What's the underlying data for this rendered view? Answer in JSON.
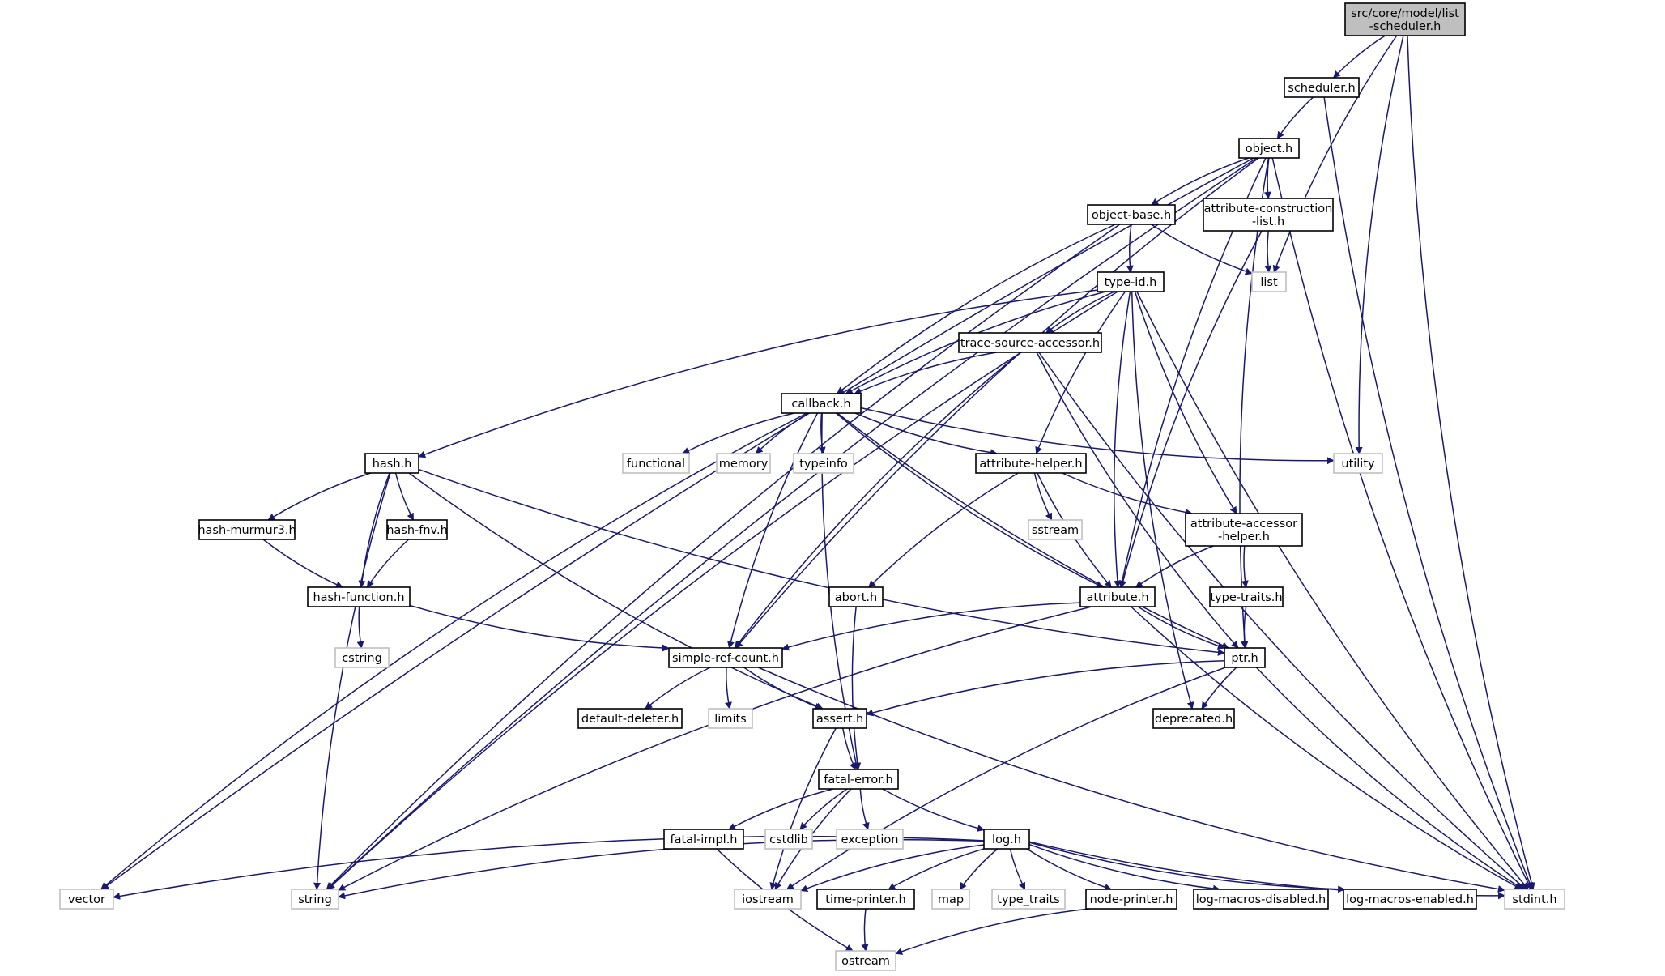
{
  "colors": {
    "edge": "#191970",
    "node_border": "#000000",
    "external_border": "#bfbfbf",
    "root_fill": "#bfbfbf",
    "background": "#ffffff"
  },
  "nodes": [
    {
      "id": "root",
      "lines": [
        "src/core/model/list",
        "-scheduler.h"
      ],
      "kind": "root"
    },
    {
      "id": "scheduler",
      "lines": [
        "scheduler.h"
      ],
      "kind": "local"
    },
    {
      "id": "object",
      "lines": [
        "object.h"
      ],
      "kind": "local"
    },
    {
      "id": "objectbase",
      "lines": [
        "object-base.h"
      ],
      "kind": "local"
    },
    {
      "id": "attrconst",
      "lines": [
        "attribute-construction",
        "-list.h"
      ],
      "kind": "local"
    },
    {
      "id": "list",
      "lines": [
        "list"
      ],
      "kind": "external"
    },
    {
      "id": "typeid",
      "lines": [
        "type-id.h"
      ],
      "kind": "local"
    },
    {
      "id": "trace",
      "lines": [
        "trace-source-accessor.h"
      ],
      "kind": "local"
    },
    {
      "id": "callback",
      "lines": [
        "callback.h"
      ],
      "kind": "local"
    },
    {
      "id": "hash",
      "lines": [
        "hash.h"
      ],
      "kind": "local"
    },
    {
      "id": "functional",
      "lines": [
        "functional"
      ],
      "kind": "external"
    },
    {
      "id": "memory",
      "lines": [
        "memory"
      ],
      "kind": "external"
    },
    {
      "id": "typeinfo",
      "lines": [
        "typeinfo"
      ],
      "kind": "external"
    },
    {
      "id": "attrhelper",
      "lines": [
        "attribute-helper.h"
      ],
      "kind": "local"
    },
    {
      "id": "utility",
      "lines": [
        "utility"
      ],
      "kind": "external"
    },
    {
      "id": "murmur",
      "lines": [
        "hash-murmur3.h"
      ],
      "kind": "local"
    },
    {
      "id": "fnv",
      "lines": [
        "hash-fnv.h"
      ],
      "kind": "local"
    },
    {
      "id": "sstream",
      "lines": [
        "sstream"
      ],
      "kind": "external"
    },
    {
      "id": "accessor",
      "lines": [
        "attribute-accessor",
        "-helper.h"
      ],
      "kind": "local"
    },
    {
      "id": "hashfunc",
      "lines": [
        "hash-function.h"
      ],
      "kind": "local"
    },
    {
      "id": "abort",
      "lines": [
        "abort.h"
      ],
      "kind": "local"
    },
    {
      "id": "attribute",
      "lines": [
        "attribute.h"
      ],
      "kind": "local"
    },
    {
      "id": "typetraits",
      "lines": [
        "type-traits.h"
      ],
      "kind": "local"
    },
    {
      "id": "cstring",
      "lines": [
        "cstring"
      ],
      "kind": "external"
    },
    {
      "id": "simpleref",
      "lines": [
        "simple-ref-count.h"
      ],
      "kind": "local"
    },
    {
      "id": "ptr",
      "lines": [
        "ptr.h"
      ],
      "kind": "local"
    },
    {
      "id": "deleter",
      "lines": [
        "default-deleter.h"
      ],
      "kind": "local"
    },
    {
      "id": "limits",
      "lines": [
        "limits"
      ],
      "kind": "external"
    },
    {
      "id": "assert",
      "lines": [
        "assert.h"
      ],
      "kind": "local"
    },
    {
      "id": "deprecated",
      "lines": [
        "deprecated.h"
      ],
      "kind": "local"
    },
    {
      "id": "fatalerror",
      "lines": [
        "fatal-error.h"
      ],
      "kind": "local"
    },
    {
      "id": "fatalimpl",
      "lines": [
        "fatal-impl.h"
      ],
      "kind": "local"
    },
    {
      "id": "cstdlib",
      "lines": [
        "cstdlib"
      ],
      "kind": "external"
    },
    {
      "id": "exception",
      "lines": [
        "exception"
      ],
      "kind": "external"
    },
    {
      "id": "log",
      "lines": [
        "log.h"
      ],
      "kind": "local"
    },
    {
      "id": "vector",
      "lines": [
        "vector"
      ],
      "kind": "external"
    },
    {
      "id": "string",
      "lines": [
        "string"
      ],
      "kind": "external"
    },
    {
      "id": "iostream",
      "lines": [
        "iostream"
      ],
      "kind": "external"
    },
    {
      "id": "timeprinter",
      "lines": [
        "time-printer.h"
      ],
      "kind": "local"
    },
    {
      "id": "map",
      "lines": [
        "map"
      ],
      "kind": "external"
    },
    {
      "id": "type_traits",
      "lines": [
        "type_traits"
      ],
      "kind": "external"
    },
    {
      "id": "nodeprinter",
      "lines": [
        "node-printer.h"
      ],
      "kind": "local"
    },
    {
      "id": "logdisabled",
      "lines": [
        "log-macros-disabled.h"
      ],
      "kind": "local"
    },
    {
      "id": "logenabled",
      "lines": [
        "log-macros-enabled.h"
      ],
      "kind": "local"
    },
    {
      "id": "stdint",
      "lines": [
        "stdint.h"
      ],
      "kind": "external"
    },
    {
      "id": "ostream",
      "lines": [
        "ostream"
      ],
      "kind": "external"
    }
  ],
  "edges": [
    [
      "root",
      "scheduler"
    ],
    [
      "root",
      "list"
    ],
    [
      "root",
      "utility"
    ],
    [
      "root",
      "stdint"
    ],
    [
      "scheduler",
      "object"
    ],
    [
      "scheduler",
      "stdint"
    ],
    [
      "object",
      "objectbase"
    ],
    [
      "object",
      "attrconst"
    ],
    [
      "object",
      "vector"
    ],
    [
      "object",
      "string"
    ],
    [
      "object",
      "simpleref"
    ],
    [
      "object",
      "attribute"
    ],
    [
      "object",
      "ptr"
    ],
    [
      "object",
      "stdint"
    ],
    [
      "objectbase",
      "typeid"
    ],
    [
      "objectbase",
      "list"
    ],
    [
      "objectbase",
      "callback"
    ],
    [
      "objectbase",
      "string"
    ],
    [
      "attrconst",
      "list"
    ],
    [
      "attrconst",
      "attribute"
    ],
    [
      "typeid",
      "trace"
    ],
    [
      "typeid",
      "callback"
    ],
    [
      "typeid",
      "hash"
    ],
    [
      "typeid",
      "string"
    ],
    [
      "typeid",
      "attrhelper"
    ],
    [
      "typeid",
      "accessor"
    ],
    [
      "typeid",
      "attribute"
    ],
    [
      "typeid",
      "deprecated"
    ],
    [
      "typeid",
      "stdint"
    ],
    [
      "trace",
      "callback"
    ],
    [
      "trace",
      "simpleref"
    ],
    [
      "trace",
      "ptr"
    ],
    [
      "trace",
      "stdint"
    ],
    [
      "callback",
      "functional"
    ],
    [
      "callback",
      "memory"
    ],
    [
      "callback",
      "typeinfo"
    ],
    [
      "callback",
      "attrhelper"
    ],
    [
      "callback",
      "utility"
    ],
    [
      "callback",
      "vector"
    ],
    [
      "callback",
      "simpleref"
    ],
    [
      "callback",
      "fatalerror"
    ],
    [
      "callback",
      "attribute"
    ],
    [
      "callback",
      "ptr"
    ],
    [
      "hash",
      "murmur"
    ],
    [
      "hash",
      "fnv"
    ],
    [
      "hash",
      "hashfunc"
    ],
    [
      "hash",
      "string"
    ],
    [
      "hash",
      "assert"
    ],
    [
      "hash",
      "ptr"
    ],
    [
      "murmur",
      "hashfunc"
    ],
    [
      "fnv",
      "hashfunc"
    ],
    [
      "hashfunc",
      "cstring"
    ],
    [
      "hashfunc",
      "simpleref"
    ],
    [
      "attrhelper",
      "sstream"
    ],
    [
      "attrhelper",
      "accessor"
    ],
    [
      "attrhelper",
      "abort"
    ],
    [
      "attrhelper",
      "attribute"
    ],
    [
      "accessor",
      "attribute"
    ],
    [
      "accessor",
      "typetraits"
    ],
    [
      "typetraits",
      "ptr"
    ],
    [
      "abort",
      "fatalerror"
    ],
    [
      "attribute",
      "simpleref"
    ],
    [
      "attribute",
      "ptr"
    ],
    [
      "attribute",
      "string"
    ],
    [
      "attribute",
      "stdint"
    ],
    [
      "simpleref",
      "deleter"
    ],
    [
      "simpleref",
      "limits"
    ],
    [
      "simpleref",
      "assert"
    ],
    [
      "simpleref",
      "stdint"
    ],
    [
      "ptr",
      "assert"
    ],
    [
      "ptr",
      "deprecated"
    ],
    [
      "ptr",
      "iostream"
    ],
    [
      "ptr",
      "stdint"
    ],
    [
      "assert",
      "fatalerror"
    ],
    [
      "assert",
      "iostream"
    ],
    [
      "fatalerror",
      "fatalimpl"
    ],
    [
      "fatalerror",
      "cstdlib"
    ],
    [
      "fatalerror",
      "exception"
    ],
    [
      "fatalerror",
      "log"
    ],
    [
      "fatalerror",
      "iostream"
    ],
    [
      "fatalimpl",
      "ostream"
    ],
    [
      "log",
      "vector"
    ],
    [
      "log",
      "string"
    ],
    [
      "log",
      "iostream"
    ],
    [
      "log",
      "timeprinter"
    ],
    [
      "log",
      "map"
    ],
    [
      "log",
      "type_traits"
    ],
    [
      "log",
      "nodeprinter"
    ],
    [
      "log",
      "logdisabled"
    ],
    [
      "log",
      "logenabled"
    ],
    [
      "log",
      "stdint"
    ],
    [
      "timeprinter",
      "ostream"
    ],
    [
      "nodeprinter",
      "ostream"
    ]
  ]
}
